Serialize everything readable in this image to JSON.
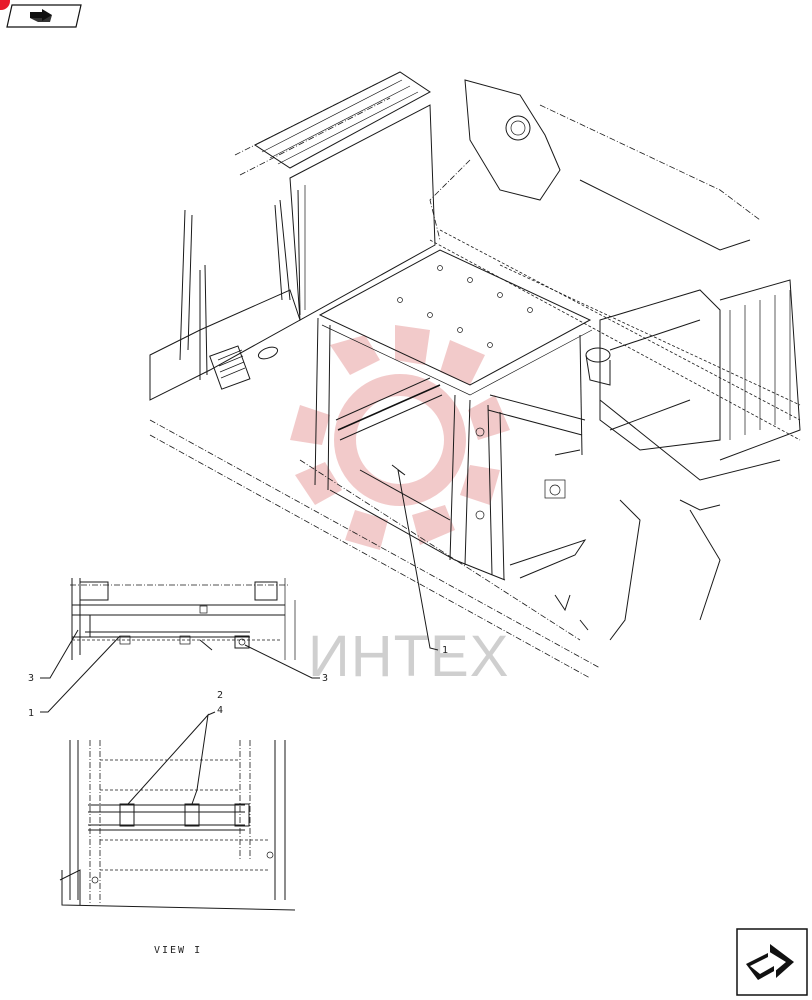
{
  "navigation": {
    "prev_icon": "page-back-arrow-icon",
    "next_icon": "page-forward-arrow-icon",
    "badge_color": "#e8192c"
  },
  "watermark": {
    "text": "ИНТЕХ",
    "color": "#e8a0a0"
  },
  "callouts": {
    "c1_main": "1",
    "c3_left": "3",
    "c3_right": "3",
    "c1_detail": "1",
    "c2": "2",
    "c4": "4"
  },
  "view_label": "VIEW I"
}
